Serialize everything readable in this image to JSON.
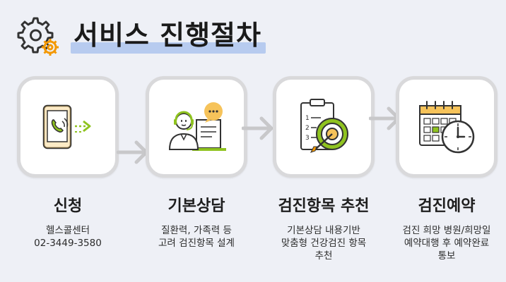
{
  "header": {
    "title": "서비스 진행절차",
    "icon": "gear-icon"
  },
  "colors": {
    "accent_green": "#8fc31f",
    "accent_orange": "#f39800",
    "highlight": "#b7cbef",
    "card_border": "#d9d9db",
    "arrow": "#c8c8ca"
  },
  "steps": [
    {
      "title": "신청",
      "lines": [
        "헬스콜센터",
        "02-3449-3580"
      ],
      "icon": "phone-call-icon"
    },
    {
      "title": "기본상담",
      "lines": [
        "질환력, 가족력 등",
        "고려 검진항목 설계"
      ],
      "icon": "consultant-headset-icon"
    },
    {
      "title": "검진항목 추천",
      "lines": [
        "기본상담 내용기반",
        "맞춤형 건강검진 항목",
        "추천"
      ],
      "icon": "target-checklist-icon"
    },
    {
      "title": "검진예약",
      "lines": [
        "검진 희망 병원/희망일",
        "예약대행 후 예약완료",
        "통보"
      ],
      "icon": "calendar-clock-icon"
    }
  ]
}
